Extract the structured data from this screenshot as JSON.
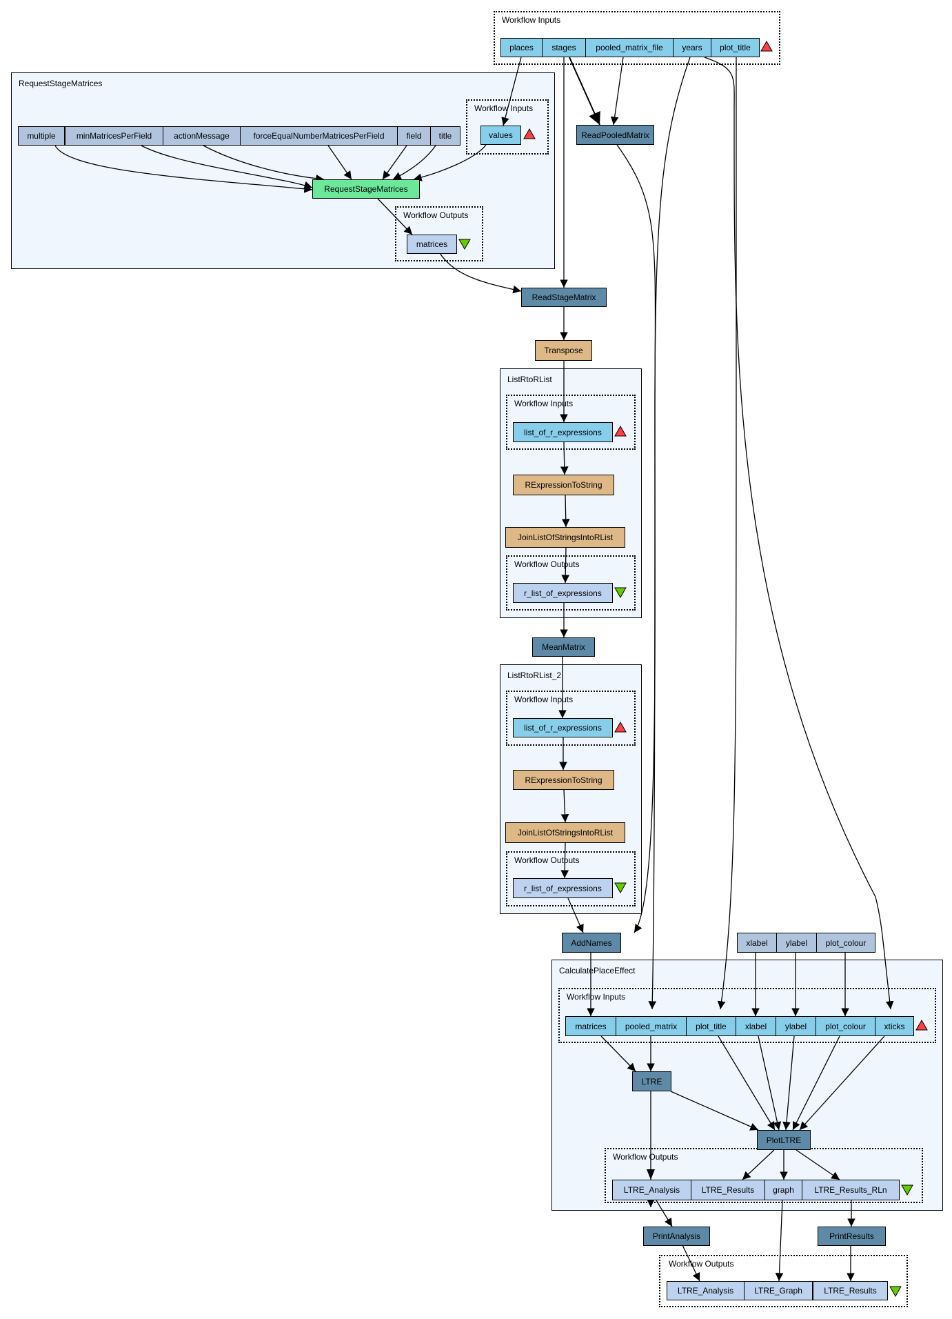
{
  "top_inputs": {
    "label": "Workflow Inputs",
    "ports": [
      "places",
      "stages",
      "pooled_matrix_file",
      "years",
      "plot_title"
    ]
  },
  "request_stage_matrices": {
    "label": "RequestStageMatrices",
    "constants": [
      "multiple",
      "minMatricesPerField",
      "actionMessage",
      "forceEqualNumberMatricesPerField",
      "field",
      "title"
    ],
    "inputs_label": "Workflow Inputs",
    "input_port": "values",
    "processor": "RequestStageMatrices",
    "outputs_label": "Workflow Outputs",
    "output_port": "matrices"
  },
  "read_pooled_matrix": "ReadPooledMatrix",
  "read_stage_matrix": "ReadStageMatrix",
  "transpose": "Transpose",
  "list_r_to_r_list": {
    "label": "ListRtoRList",
    "inputs_label": "Workflow Inputs",
    "input_port": "list_of_r_expressions",
    "step1": "RExpressionToString",
    "step2": "JoinListOfStringsIntoRList",
    "outputs_label": "Workflow Outputs",
    "output_port": "r_list_of_expressions"
  },
  "mean_matrix": "MeanMatrix",
  "list_r_to_r_list_2": {
    "label": "ListRtoRList_2",
    "inputs_label": "Workflow Inputs",
    "input_port": "list_of_r_expressions",
    "step1": "RExpressionToString",
    "step2": "JoinListOfStringsIntoRList",
    "outputs_label": "Workflow Outputs",
    "output_port": "r_list_of_expressions"
  },
  "add_names": "AddNames",
  "plot_constants": [
    "xlabel",
    "ylabel",
    "plot_colour"
  ],
  "calculate_place_effect": {
    "label": "CalculatePlaceEffect",
    "inputs_label": "Workflow Inputs",
    "input_ports": [
      "matrices",
      "pooled_matrix",
      "plot_title",
      "xlabel",
      "ylabel",
      "plot_colour",
      "xticks"
    ],
    "ltre": "LTRE",
    "plot_ltre": "PlotLTRE",
    "outputs_label": "Workflow Outputs",
    "output_ports": [
      "LTRE_Analysis",
      "LTRE_Results",
      "graph",
      "LTRE_Results_RLn"
    ]
  },
  "print_analysis": "PrintAnalysis",
  "print_results": "PrintResults",
  "bottom_outputs": {
    "label": "Workflow Outputs",
    "ports": [
      "LTRE_Analysis",
      "LTRE_Graph",
      "LTRE_Results"
    ]
  },
  "colors": {
    "input_port": "#87ceeb",
    "output_port": "#bdd2ee",
    "constant": "#b0c4de",
    "processor": "#5f8aa7",
    "r_script": "#deb887",
    "interaction": "#6ce89b",
    "cluster_bg": "#eff6fd",
    "input_triangle": "#ff4040",
    "output_triangle": "#66cc00"
  }
}
